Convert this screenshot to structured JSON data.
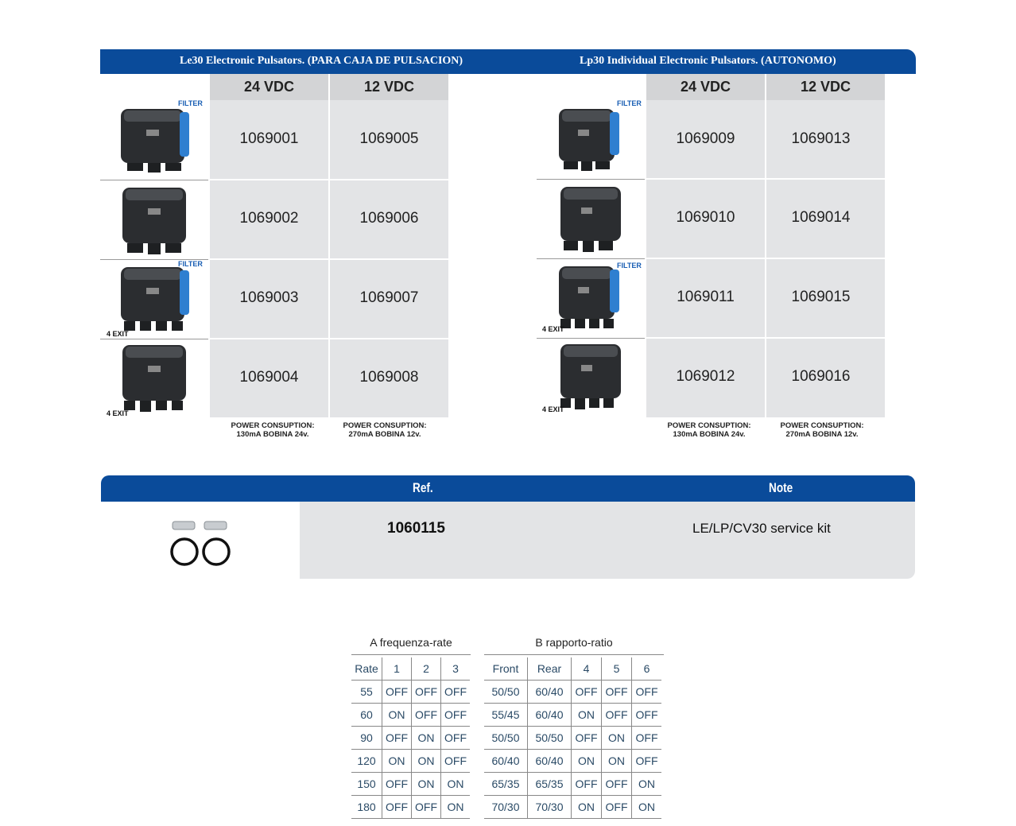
{
  "le30": {
    "header": "Le30  Electronic Pulsators. (PARA CAJA DE PULSACION)",
    "columns": [
      "24 VDC",
      "12 VDC"
    ],
    "rows": [
      {
        "v24": "1069001",
        "v12": "1069005",
        "filter": "FILTER",
        "exit": ""
      },
      {
        "v24": "1069002",
        "v12": "1069006",
        "filter": "",
        "exit": ""
      },
      {
        "v24": "1069003",
        "v12": "1069007",
        "filter": "FILTER",
        "exit": "4 EXIT"
      },
      {
        "v24": "1069004",
        "v12": "1069008",
        "filter": "",
        "exit": "4 EXIT"
      }
    ],
    "power": [
      {
        "line1": "POWER CONSUPTION:",
        "line2": "130mA BOBINA 24v."
      },
      {
        "line1": "POWER CONSUPTION:",
        "line2": "270mA BOBINA 12v."
      }
    ]
  },
  "lp30": {
    "header": "Lp30  Individual Electronic Pulsators. (AUTONOMO)",
    "columns": [
      "24 VDC",
      "12 VDC"
    ],
    "rows": [
      {
        "v24": "1069009",
        "v12": "1069013",
        "filter": "FILTER",
        "exit": ""
      },
      {
        "v24": "1069010",
        "v12": "1069014",
        "filter": "",
        "exit": ""
      },
      {
        "v24": "1069011",
        "v12": "1069015",
        "filter": "FILTER",
        "exit": "4 EXIT"
      },
      {
        "v24": "1069012",
        "v12": "1069016",
        "filter": "",
        "exit": "4 EXIT"
      }
    ],
    "power": [
      {
        "line1": "POWER CONSUPTION:",
        "line2": "130mA BOBINA 24v."
      },
      {
        "line1": "POWER CONSUPTION:",
        "line2": "270mA BOBINA 12v."
      }
    ]
  },
  "service": {
    "ref_header": "Ref.",
    "note_header": "Note",
    "ref": "1060115",
    "note": "LE/LP/CV30 service kit"
  },
  "rate_table": {
    "caption": "A frequenza-rate",
    "headers": [
      "Rate",
      "1",
      "2",
      "3"
    ],
    "rows": [
      [
        "55",
        "OFF",
        "OFF",
        "OFF"
      ],
      [
        "60",
        "ON",
        "OFF",
        "OFF"
      ],
      [
        "90",
        "OFF",
        "ON",
        "OFF"
      ],
      [
        "120",
        "ON",
        "ON",
        "OFF"
      ],
      [
        "150",
        "OFF",
        "ON",
        "ON"
      ],
      [
        "180",
        "OFF",
        "OFF",
        "ON"
      ]
    ]
  },
  "ratio_table": {
    "caption": "B rapporto-ratio",
    "headers": [
      "Front",
      "Rear",
      "4",
      "5",
      "6"
    ],
    "rows": [
      [
        "50/50",
        "60/40",
        "OFF",
        "OFF",
        "OFF"
      ],
      [
        "55/45",
        "60/40",
        "ON",
        "OFF",
        "OFF"
      ],
      [
        "50/50",
        "50/50",
        "OFF",
        "ON",
        "OFF"
      ],
      [
        "60/40",
        "60/40",
        "ON",
        "ON",
        "OFF"
      ],
      [
        "65/35",
        "65/35",
        "OFF",
        "OFF",
        "ON"
      ],
      [
        "70/30",
        "70/30",
        "ON",
        "OFF",
        "ON"
      ]
    ]
  },
  "colors": {
    "header_blue": "#0a4b9a",
    "cell_gray": "#e3e4e6",
    "head_gray": "#d3d4d6",
    "pulsator_blue": "#2f7fd0"
  }
}
